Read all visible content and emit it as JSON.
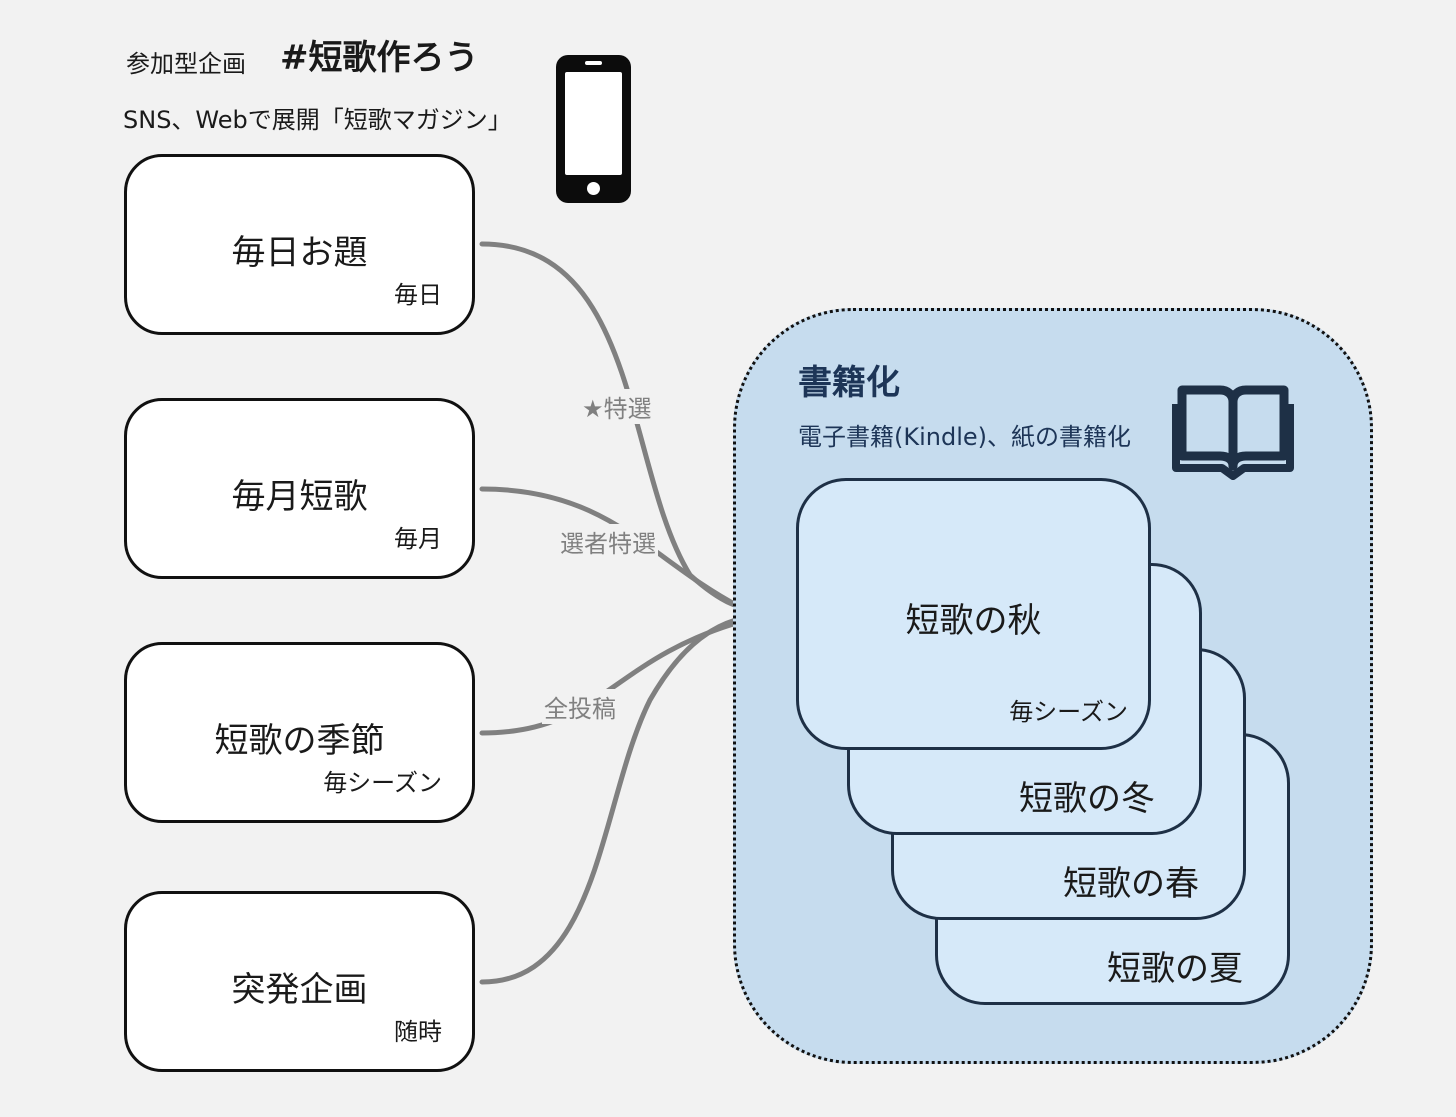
{
  "header": {
    "label": "参加型企画",
    "title": "#短歌作ろう",
    "description": "SNS、Webで展開「短歌マガジン」"
  },
  "sources": [
    {
      "name": "毎日お題",
      "freq": "毎日"
    },
    {
      "name": "毎月短歌",
      "freq": "毎月"
    },
    {
      "name": "短歌の季節",
      "freq": "毎シーズン"
    },
    {
      "name": "突発企画",
      "freq": "随時"
    }
  ],
  "edges": [
    {
      "label": "★特選"
    },
    {
      "label": "選者特選"
    },
    {
      "label": "全投稿"
    }
  ],
  "book": {
    "title": "書籍化",
    "description": "電子書籍(Kindle)、紙の書籍化",
    "seasons": [
      {
        "name": "短歌の秋",
        "freq": "毎シーズン"
      },
      {
        "name": "短歌の冬"
      },
      {
        "name": "短歌の春"
      },
      {
        "name": "短歌の夏"
      }
    ]
  },
  "icons": {
    "phone": "smartphone-icon",
    "book": "open-book-icon"
  },
  "colors": {
    "background": "#f2f2f2",
    "book_area": "#c6dcee",
    "season_card": "#d6e9f9",
    "connector": "#808080",
    "arrow_head": "#6a7d8c",
    "dark_navy": "#1e3046"
  }
}
